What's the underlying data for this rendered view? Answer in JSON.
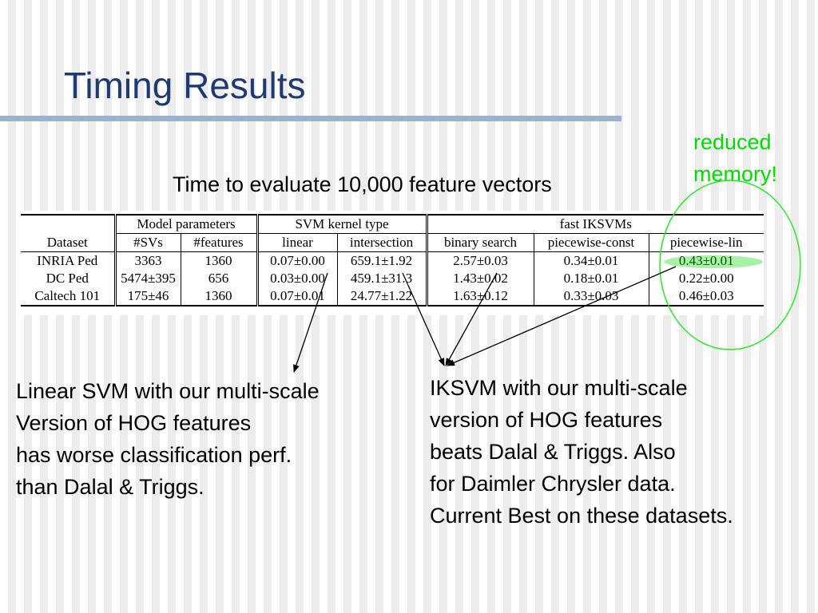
{
  "title": "Timing Results",
  "caption": "Time to evaluate 10,000 feature vectors",
  "callout": {
    "lines": [
      "reduced",
      "memory!"
    ],
    "color": "#00dd00"
  },
  "table": {
    "groups": {
      "model": "Model parameters",
      "svm": "SVM kernel type",
      "fast": "fast IKSVMs"
    },
    "columns": {
      "dataset": "Dataset",
      "svs": "#SVs",
      "features": "#features",
      "linear": "linear",
      "intersection": "intersection",
      "binary": "binary search",
      "pconst": "piecewise-const",
      "plin": "piecewise-lin"
    },
    "rows": [
      {
        "dataset": "INRIA Ped",
        "svs": "3363",
        "features": "1360",
        "linear": "0.07±0.00",
        "intersection": "659.1±1.92",
        "binary": "2.57±0.03",
        "pconst": "0.34±0.01",
        "plin": "0.43±0.01"
      },
      {
        "dataset": "DC Ped",
        "svs": "5474±395",
        "features": "656",
        "linear": "0.03±0.00",
        "intersection": "459.1±31.3",
        "binary": "1.43±0.02",
        "pconst": "0.18±0.01",
        "plin": "0.22±0.00"
      },
      {
        "dataset": "Caltech 101",
        "svs": "175±46",
        "features": "1360",
        "linear": "0.07±0.01",
        "intersection": "24.77±1.22",
        "binary": "1.63±0.12",
        "pconst": "0.33±0.03",
        "plin": "0.46±0.03"
      }
    ]
  },
  "left_text": [
    "Linear SVM with our multi-scale",
    "Version of HOG features",
    "has worse classification perf.",
    "than Dalal & Triggs."
  ],
  "right_text": [
    "IKSVM with our multi-scale",
    "version of HOG features",
    "beats Dalal & Triggs. Also",
    "for Daimler Chrysler data.",
    "Current Best on these datasets."
  ],
  "colors": {
    "title": "#1f3a73",
    "rule": "#9db0cf",
    "highlight": "#00dd00"
  }
}
